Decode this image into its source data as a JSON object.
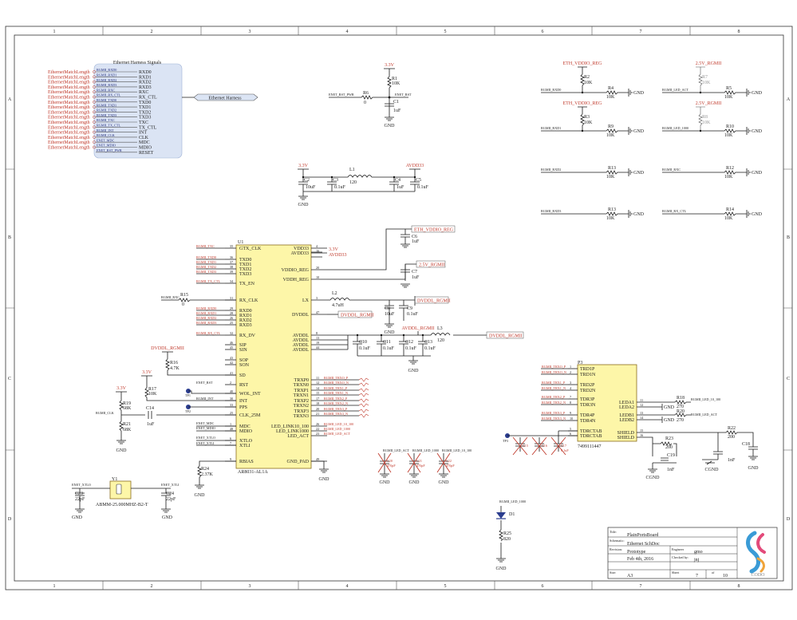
{
  "grid": {
    "cols": [
      "1",
      "2",
      "3",
      "4",
      "5",
      "6",
      "7",
      "8"
    ],
    "rows": [
      "A",
      "B",
      "C",
      "D"
    ]
  },
  "harness": {
    "title": "Ethernet Harness Signals",
    "port": "Ethernet Harness",
    "rows": [
      {
        "ref": "EthernetMatchLength",
        "net": "RGMII_RXD0",
        "pin": "RXD0"
      },
      {
        "ref": "EthernetMatchLength",
        "net": "RGMII_RXD1",
        "pin": "RXD1"
      },
      {
        "ref": "EthernetMatchLength",
        "net": "RGMII_RXD2",
        "pin": "RXD2"
      },
      {
        "ref": "EthernetMatchLength",
        "net": "RGMII_RXD3",
        "pin": "RXD3"
      },
      {
        "ref": "EthernetMatchLength",
        "net": "RGMII_RXC",
        "pin": "RXC"
      },
      {
        "ref": "EthernetMatchLength",
        "net": "RGMII_RX_CTL",
        "pin": "RX_CTL"
      },
      {
        "ref": "EthernetMatchLength",
        "net": "RGMII_TXD0",
        "pin": "TXD0"
      },
      {
        "ref": "EthernetMatchLength",
        "net": "RGMII_TXD1",
        "pin": "TXD1"
      },
      {
        "ref": "EthernetMatchLength",
        "net": "RGMII_TXD2",
        "pin": "TXD2"
      },
      {
        "ref": "EthernetMatchLength",
        "net": "RGMII_TXD3",
        "pin": "TXD3"
      },
      {
        "ref": "EthernetMatchLength",
        "net": "RGMII_TXC",
        "pin": "TXC"
      },
      {
        "ref": "EthernetMatchLength",
        "net": "RGMII_TX_CTL",
        "pin": "TX_CTL"
      },
      {
        "ref": "EthernetMatchLength",
        "net": "RGMII_INT",
        "pin": "INT"
      },
      {
        "ref": "EthernetMatchLength",
        "net": "RGMII_CLK",
        "pin": "CLK"
      },
      {
        "ref": "EthernetMatchLength",
        "net": "ENET_MDC",
        "pin": "MDC"
      },
      {
        "ref": "EthernetMatchLength",
        "net": "ENET_MDIO",
        "pin": "MDIO"
      },
      {
        "ref": "",
        "net": "ENET_RST_PWR",
        "pin": "RESET"
      }
    ]
  },
  "reset_ckt": {
    "vcc": "3.3V",
    "r1": "R1",
    "r1v": "10K",
    "r6": "R6",
    "r6v": "0",
    "c1": "C1",
    "c1v": "1uF",
    "net_in": "ENET_RST_PWR",
    "net_out": "ENET_RST"
  },
  "filter": {
    "vcc": "3.3V",
    "out": "AVDD33",
    "l1": "L1",
    "l1v": "120",
    "c2": "C2",
    "c2v": "10uF",
    "c3": "C3",
    "c3v": "0.1uF",
    "c4": "C4",
    "c4v": "1uF",
    "c5": "C5",
    "c5v": "0.1uF"
  },
  "straps": [
    {
      "rail": "ETH_VDDIO_REG",
      "rh": "R2",
      "rhv": "10K",
      "rl": "R4",
      "rlv": "10K",
      "net": "RGMII_RXD0",
      "gnd": "GND"
    },
    {
      "rail": "ETH_VDDIO_REG",
      "rh": "R3",
      "rhv": "10K",
      "rl": "R9",
      "rlv": "10K",
      "net": "RGMII_RXD1",
      "gnd": "GND"
    },
    {
      "rail": "",
      "rh": "",
      "rhv": "",
      "rl": "R13",
      "rlv": "10K",
      "net": "RGMII_RXD2",
      "gnd": "GND"
    },
    {
      "rail": "",
      "rh": "",
      "rhv": "",
      "rl": "R13",
      "rlv": "10K",
      "net": "RGMII_RXD3",
      "gnd": "GND"
    },
    {
      "rail": "2.5V_RGMII",
      "rh": "R7",
      "rhv": "10K",
      "rl": "R5",
      "rlv": "10K",
      "net": "RGMII_LED_ACT",
      "gnd": "GND"
    },
    {
      "rail": "2.5V_RGMII",
      "rh": "R8",
      "rhv": "10K",
      "rl": "R10",
      "rlv": "10K",
      "net": "RGMII_LED_1000",
      "gnd": "GND"
    },
    {
      "rail": "",
      "rh": "",
      "rhv": "",
      "rl": "R12",
      "rlv": "10K",
      "net": "RGMII_RXC",
      "gnd": "GND"
    },
    {
      "rail": "",
      "rh": "",
      "rhv": "",
      "rl": "R14",
      "rlv": "10K",
      "net": "RGMII_RX_CTL",
      "gnd": "GND"
    }
  ],
  "u1": {
    "ref": "U1",
    "part": "AR8031-AL1A",
    "left": [
      {
        "n": "35",
        "p": "GTX_CLK",
        "net": "RGMII_TXC"
      },
      {
        "n": "36",
        "p": "TXD0",
        "net": "RGMII_TXD0"
      },
      {
        "n": "37",
        "p": "TXD1",
        "net": "RGMII_TXD1"
      },
      {
        "n": "38",
        "p": "TXD2",
        "net": "RGMII_TXD2"
      },
      {
        "n": "39",
        "p": "TXD3",
        "net": "RGMII_TXD3"
      },
      {
        "n": "34",
        "p": "TX_EN",
        "net": "RGMII_TX_CTL"
      },
      {
        "n": "31",
        "p": "RX_CLK",
        "net": "RGMII_RXC"
      },
      {
        "n": "29",
        "p": "RXD0",
        "net": "RGMII_RXD0"
      },
      {
        "n": "28",
        "p": "RXD1",
        "net": "RGMII_RXD1"
      },
      {
        "n": "26",
        "p": "RXD2",
        "net": "RGMII_RXD2"
      },
      {
        "n": "25",
        "p": "RXD3",
        "net": "RGMII_RXD3"
      },
      {
        "n": "32",
        "p": "RX_DV",
        "net": "RGMII_RX_CTL"
      },
      {
        "n": "46",
        "p": "SIP",
        "net": ""
      },
      {
        "n": "45",
        "p": "SIN",
        "net": ""
      },
      {
        "n": "43",
        "p": "SOP",
        "net": ""
      },
      {
        "n": "42",
        "p": "SON",
        "net": ""
      },
      {
        "n": "41",
        "p": "SD",
        "net": ""
      },
      {
        "n": "2",
        "p": "RST",
        "net": "ENET_RST"
      },
      {
        "n": "40",
        "p": "WOL_INT",
        "net": ""
      },
      {
        "n": "30",
        "p": "INT",
        "net": "RGMII_INT"
      },
      {
        "n": "33",
        "p": "PPS",
        "net": ""
      },
      {
        "n": "25",
        "p": "CLK_25M",
        "net": ""
      },
      {
        "n": "1",
        "p": "MDC",
        "net": "ENET_MDC"
      },
      {
        "n": "48",
        "p": "MDIO",
        "net": "ENET_MDIO"
      },
      {
        "n": "6",
        "p": "XTLO",
        "net": "ENET_XTLO"
      },
      {
        "n": "7",
        "p": "XTLI",
        "net": "ENET_XTLI"
      },
      {
        "n": "9",
        "p": "RBIAS",
        "net": ""
      }
    ],
    "right": [
      {
        "n": "4",
        "p": "VDD33",
        "net": "3.3V"
      },
      {
        "n": "16",
        "p": "AVDD33",
        "net": "AVDD33"
      },
      {
        "n": "20",
        "p": "VDDIO_REG",
        "net": ""
      },
      {
        "n": "10",
        "p": "VDDH_REG",
        "net": ""
      },
      {
        "n": "3",
        "p": "LX",
        "net": ""
      },
      {
        "n": "47",
        "p": "DVDDL",
        "net": "DVDDL_RGMII"
      },
      {
        "n": "8",
        "p": "AVDDL",
        "net": ""
      },
      {
        "n": "13",
        "p": "AVDDL",
        "net": ""
      },
      {
        "n": "19",
        "p": "AVDDL",
        "net": ""
      },
      {
        "n": "44",
        "p": "AVDDL",
        "net": ""
      },
      {
        "n": "11",
        "p": "TRXP0",
        "net": "RGMII_TRXO_P"
      },
      {
        "n": "12",
        "p": "TRXN0",
        "net": "RGMII_TRXO_N"
      },
      {
        "n": "14",
        "p": "TRXP1",
        "net": "RGMII_TRX1_P"
      },
      {
        "n": "15",
        "p": "TRXN1",
        "net": "RGMII_TRX1_N"
      },
      {
        "n": "17",
        "p": "TRXP2",
        "net": "RGMII_TRX2_P"
      },
      {
        "n": "18",
        "p": "TRXN2",
        "net": "RGMII_TRX2_N"
      },
      {
        "n": "20",
        "p": "TRXP3",
        "net": "RGMII_TRX3_P"
      },
      {
        "n": "21",
        "p": "TRXN3",
        "net": "RGMII_TRX3_N"
      },
      {
        "n": "26",
        "p": "LED_LINK10_100",
        "net": "RGMII_LED_10_100"
      },
      {
        "n": "22",
        "p": "LED_LINK1000",
        "net": "RGMII_LED_1000"
      },
      {
        "n": "23",
        "p": "LED_ACT",
        "net": "RGMII_LED_ACT"
      },
      {
        "n": "49",
        "p": "GND_PAD",
        "net": "GND"
      }
    ]
  },
  "power": {
    "eth_vddio": "ETH_VDDIO_REG",
    "c6": "C6",
    "c6v": "1uF",
    "v25": "2.5V_RGMII",
    "c7": "C7",
    "c7v": "1uF",
    "l2": "L2",
    "l2v": "4.7uH",
    "dvddl": "DVDDL_RGMII",
    "c8": "C8",
    "c8v": "10uF",
    "c9": "C9",
    "c9v": "0.1uF",
    "avddl": "AVDDL_RGMII",
    "l3": "L3",
    "l3v": "120",
    "c10": "C10",
    "c10v": "0.1uF",
    "c11": "C11",
    "c11v": "0.1uF",
    "c12": "C12",
    "c12v": "0.1uF",
    "c13": "C13",
    "c13v": "0.1uF",
    "r15": "R15",
    "r15v": "0"
  },
  "misc": {
    "dvddl": "DVDDL_RGMII",
    "r16": "R16",
    "r16v": "4.7K",
    "v33a": "3.3V",
    "r17": "R17",
    "r17v": "10K",
    "tp1": "TP1",
    "tp2": "TP2",
    "v33b": "3.3V",
    "r19": "R19",
    "r19v": "68K",
    "r21": "R21",
    "r21v": "68K",
    "clk": "RGMII_CLK",
    "c14": "C14",
    "c14v": "1uF",
    "r24": "R24",
    "r24v": "2.37K",
    "y1": "Y1",
    "y1p": "ABMM-25.000MHZ-B2-T",
    "xtlo": "ENET_XTLO",
    "xtli": "ENET_XTLI",
    "c23": "C23",
    "c23v": "22pF",
    "c24": "C24",
    "c24v": "22pF"
  },
  "dnp_caps": [
    {
      "net": "RGMII_LED_ACT",
      "ref": "C20",
      "v": "470pF"
    },
    {
      "net": "RGMII_LED_1000",
      "ref": "C21",
      "v": "470pF"
    },
    {
      "net": "RGMII_LED_10_100",
      "ref": "C22",
      "v": "470pF"
    }
  ],
  "led": {
    "net": "RGMII_LED_1000",
    "d1": "D1",
    "r25": "R25",
    "r25v": "820"
  },
  "p3": {
    "ref": "P3",
    "part": "7499111447",
    "pins": [
      {
        "n": "1",
        "p": "TRD1P",
        "net": "RGMII_TRXO_P"
      },
      {
        "n": "2",
        "p": "TRD1N",
        "net": "RGMII_TRXO_N"
      },
      {
        "n": "3",
        "p": "TRD2P",
        "net": "RGMII_TRX1_P"
      },
      {
        "n": "4",
        "p": "TRD2N",
        "net": "RGMII_TRX1_N"
      },
      {
        "n": "7",
        "p": "TDR3P",
        "net": "RGMII_TRX2_P"
      },
      {
        "n": "8",
        "p": "TDR3N",
        "net": "RGMII_TRX2_N"
      },
      {
        "n": "9",
        "p": "TDR4P",
        "net": "RGMII_TRX3_P"
      },
      {
        "n": "10",
        "p": "TDR4N",
        "net": "RGMII_TRX3_N"
      },
      {
        "n": "5",
        "p": "TDRCTAB",
        "net": ""
      },
      {
        "n": "6",
        "p": "TDRCTAB",
        "net": ""
      }
    ],
    "right": [
      {
        "n": "11",
        "p": "LEDA1"
      },
      {
        "n": "12",
        "p": "LEDA2"
      },
      {
        "n": "13",
        "p": "LEDB1"
      },
      {
        "n": "14",
        "p": "LEDB2"
      },
      {
        "n": "15",
        "p": "SHIELD"
      },
      {
        "n": "16",
        "p": "SHIELD"
      }
    ],
    "r18": "R18",
    "r18v": "270",
    "r20": "R20",
    "r20v": "270",
    "net_a": "RGMII_LED_10_100",
    "net_b": "RGMII_LED_ACT",
    "r22": "R22",
    "r22v": "200",
    "r23": "R23",
    "r23v": "200",
    "c18": "C18",
    "c18v": "1nF",
    "c19": "C19",
    "c19v": "1nF",
    "tp3": "TP3",
    "cgnd": "CGND",
    "gnd": "GND",
    "c15": "C15",
    "c16": "C16",
    "c17": "C17",
    "c17v": "0.1uF"
  },
  "titleblock": {
    "l_title": "Title:",
    "title": "PlainPortsBoard",
    "l_schem": "Schematic:",
    "schem": "Ethernet SchDoc",
    "l_rev": "Revision:",
    "rev": "Prototype",
    "l_eng": "Engineer",
    "eng": "gmo",
    "l_date": "Feb 4th, 2016",
    "l_chk": "Checked by:",
    "chk": "jnj",
    "l_size": "Size:",
    "size": "A3",
    "l_sheet": "Sheet",
    "sheet": "7",
    "l_of": "of",
    "of": "10",
    "logo": "CODO"
  },
  "colors": {
    "wire": "#1a1a1a",
    "red": "#c0392b",
    "blue": "#1f2a7a",
    "chip": "#fdf6a8",
    "harness": "#dbe4f4"
  }
}
